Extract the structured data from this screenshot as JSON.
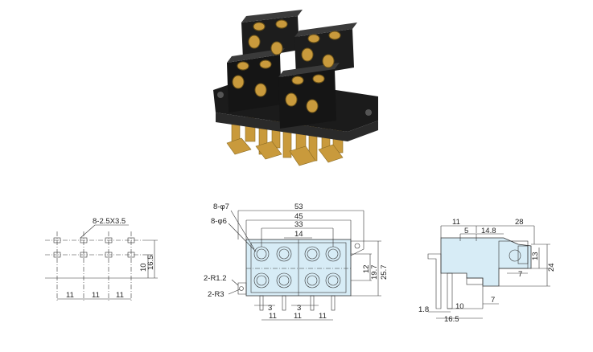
{
  "views": {
    "photo": {
      "colors": {
        "body": "#1b1b1b",
        "brass": "#c99a3c"
      }
    },
    "footprint": {
      "label_pad": "8-2.5X3.5",
      "dim_pitch_1": "11",
      "dim_pitch_2": "11",
      "dim_pitch_3": "11",
      "dim_row": "10",
      "dim_total": "16.5"
    },
    "front": {
      "label_hole_large": "8-φ7",
      "label_hole_small": "8-φ6",
      "label_r12": "2-R1.2",
      "label_r3": "2-R3",
      "dim_53": "53",
      "dim_45": "45",
      "dim_33": "33",
      "dim_14": "14",
      "dim_257": "25.7",
      "dim_12": "12",
      "dim_197": "19.7",
      "dim_3a": "3",
      "dim_3b": "3",
      "dim_11a": "11",
      "dim_11b": "11",
      "dim_11c": "11"
    },
    "side": {
      "dim_11": "11",
      "dim_28": "28",
      "dim_5": "5",
      "dim_148": "14.8",
      "dim_13": "13",
      "dim_24": "24",
      "dim_7a": "7",
      "dim_7b": "7",
      "dim_18": "1.8",
      "dim_10": "10",
      "dim_165": "16.5"
    }
  },
  "colors": {
    "view_fill": "#d7ecf6",
    "line": "#222222"
  }
}
